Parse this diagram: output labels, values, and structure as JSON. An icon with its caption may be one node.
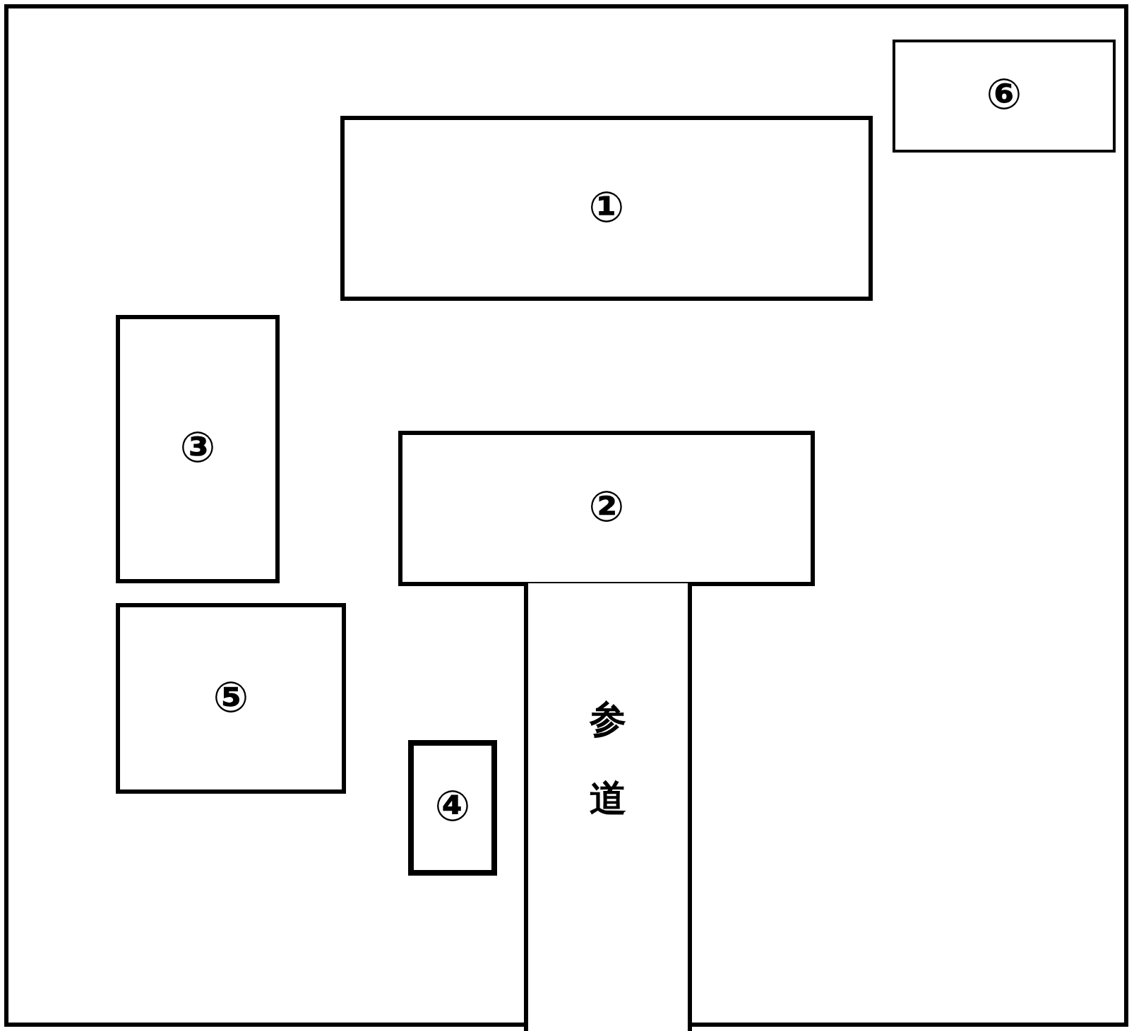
{
  "diagram": {
    "nodes": [
      {
        "text": [],
        "shape": "box"
      },
      {
        "text": [
          "⑥"
        ],
        "in": 0
      },
      {
        "text": [
          "①"
        ],
        "in": 0
      },
      {
        "text": [
          "③"
        ],
        "in": 0
      },
      {
        "text": [
          "②"
        ],
        "in": 0
      },
      {
        "text": [
          "⑤"
        ],
        "in": 0
      },
      {
        "text": [
          "参道"
        ],
        "in": 0
      },
      {
        "text": [
          "④"
        ],
        "in": 0
      }
    ],
    "edges": []
  }
}
